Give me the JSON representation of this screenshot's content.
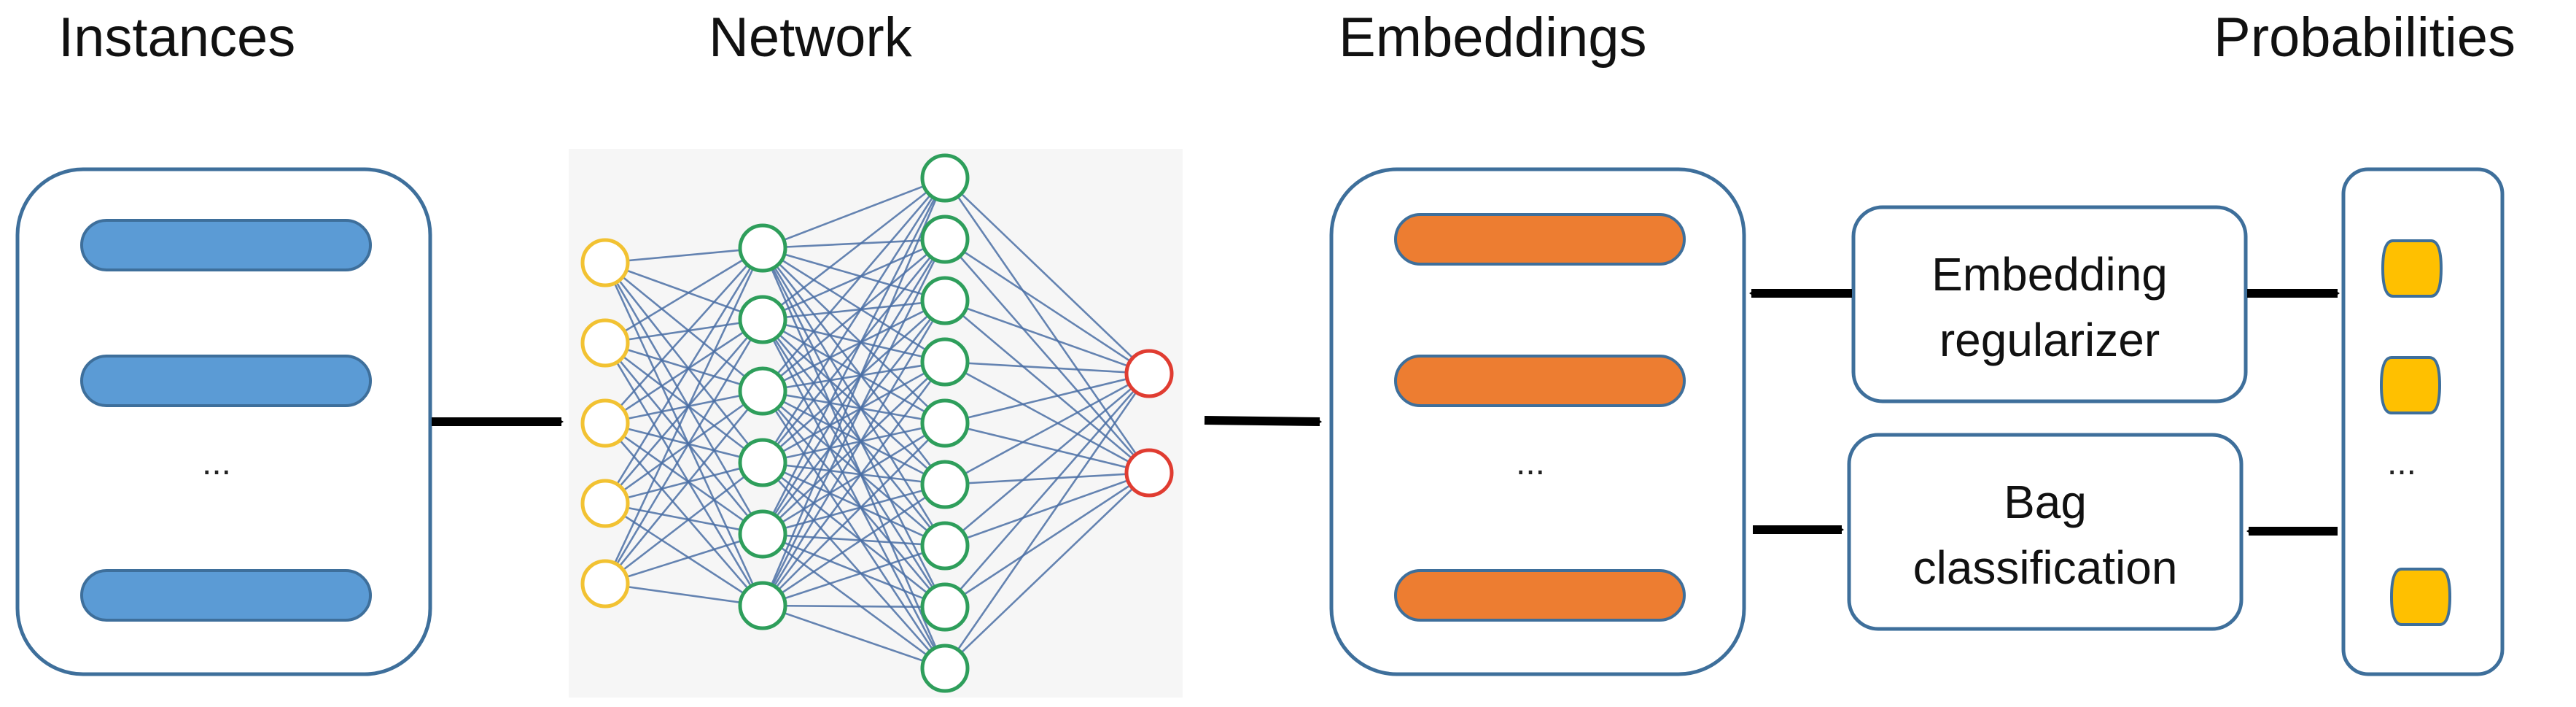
{
  "headings": {
    "instances": "Instances",
    "network": "Network",
    "embeddings": "Embeddings",
    "probabilities": "Probabilities"
  },
  "ellipsis": "...",
  "regularizer": {
    "line1": "Embedding",
    "line2": "regularizer"
  },
  "classification": {
    "line1": "Bag",
    "line2": "classification"
  },
  "colors": {
    "panel_border": "#3e6f9b",
    "instance_fill": "#5b9bd5",
    "embedding_fill": "#ed7d31",
    "probability_fill": "#ffc000",
    "input_node": "#f2c232",
    "hidden_node": "#2e9e5b",
    "output_node": "#e03c31",
    "edge": "#4a6fa5",
    "arrow": "#000000"
  },
  "network": {
    "input_nodes": 5,
    "hidden1_nodes": 6,
    "hidden2_nodes": 9,
    "output_nodes": 2
  }
}
